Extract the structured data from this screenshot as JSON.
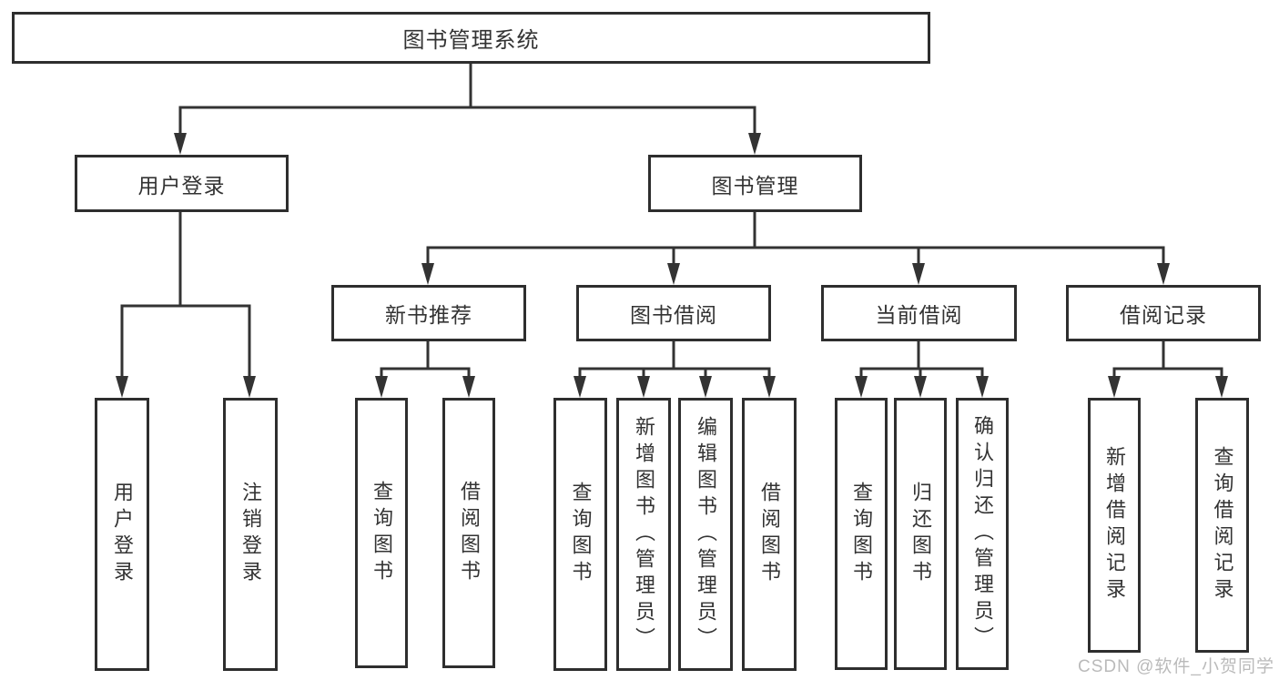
{
  "diagram": {
    "title": "图书管理系统",
    "watermark": "CSDN @软件_小贺同学",
    "colors": {
      "line": "#333333",
      "box_border": "#2e2e2e",
      "text": "#333333",
      "watermark": "#b5b5b5",
      "background": "#ffffff"
    },
    "nodes": {
      "root": {
        "label": "图书管理系统"
      },
      "level2": [
        {
          "label": "用户登录"
        },
        {
          "label": "图书管理"
        }
      ],
      "level3": [
        {
          "label": "新书推荐"
        },
        {
          "label": "图书借阅"
        },
        {
          "label": "当前借阅"
        },
        {
          "label": "借阅记录"
        }
      ],
      "leaves": {
        "user_login": [
          "用户登录",
          "注销登录"
        ],
        "new_book": [
          "查询图书",
          "借阅图书"
        ],
        "book_borrow": [
          "查询图书",
          "新增图书（管理员）",
          "编辑图书（管理员）",
          "借阅图书"
        ],
        "current_borrow": [
          "查询图书",
          "归还图书",
          "确认归还（管理员）"
        ],
        "borrow_records": [
          "新增借阅记录",
          "查询借阅记录"
        ]
      }
    }
  }
}
